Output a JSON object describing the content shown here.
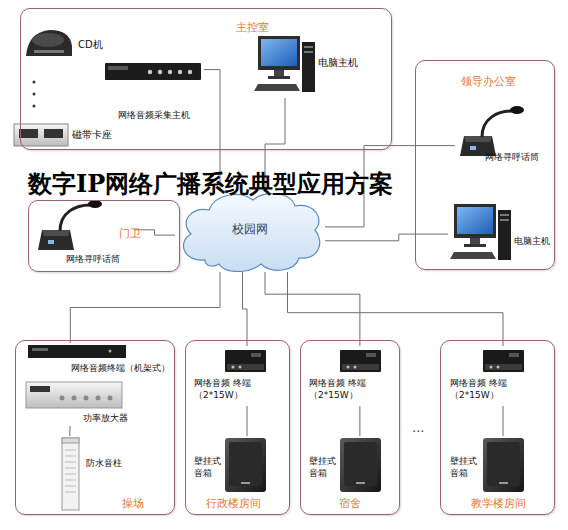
{
  "diagram": {
    "title": "数字IP网络广播系统典型应用方案",
    "nodes": [
      {
        "text": [
          "主控室"
        ]
      },
      {
        "text": [
          "CD机"
        ],
        "in": 0
      },
      {
        "text": [
          "网络音频采集主机"
        ],
        "in": 0
      },
      {
        "text": [
          "磁带卡座"
        ],
        "in": 0
      },
      {
        "text": [
          "电脑主机"
        ],
        "in": 0
      },
      {
        "text": [
          "领导办公室"
        ]
      },
      {
        "text": [
          "网络寻呼话筒"
        ],
        "in": 5
      },
      {
        "text": [
          "电脑主机"
        ],
        "in": 5
      },
      {
        "text": [
          "门卫"
        ]
      },
      {
        "text": [
          "网络寻呼话筒"
        ],
        "in": 8
      },
      {
        "text": [
          "校园网"
        ]
      },
      {
        "text": [
          "操场"
        ]
      },
      {
        "text": [
          "网络音频终端（机架式）"
        ],
        "in": 11
      },
      {
        "text": [
          "功率放大器"
        ],
        "in": 11
      },
      {
        "text": [
          "防水音柱"
        ],
        "in": 11
      },
      {
        "text": [
          "行政楼房间"
        ]
      },
      {
        "text": [
          "网络音频 终端（2*15W）"
        ],
        "in": 15
      },
      {
        "text": [
          "壁挂式 音箱"
        ],
        "in": 15
      },
      {
        "text": [
          "宿舍"
        ]
      },
      {
        "text": [
          "网络音频 终端（2*15W）"
        ],
        "in": 18
      },
      {
        "text": [
          "壁挂式 音箱"
        ],
        "in": 18
      },
      {
        "text": [
          "教学楼房间"
        ]
      },
      {
        "text": [
          "网络音频 终端（2*15W）"
        ],
        "in": 21
      },
      {
        "text": [
          "壁挂式 音箱"
        ],
        "in": 21
      }
    ],
    "edges": [
      {
        "from": 2,
        "to": 10,
        "arrow": "none"
      },
      {
        "from": 4,
        "to": 10,
        "arrow": "none"
      },
      {
        "from": 6,
        "to": 10,
        "arrow": "none"
      },
      {
        "from": 7,
        "to": 10,
        "arrow": "none"
      },
      {
        "from": 9,
        "to": 10,
        "arrow": "none"
      },
      {
        "from": 10,
        "to": 12,
        "arrow": "none"
      },
      {
        "from": 10,
        "to": 16,
        "arrow": "none"
      },
      {
        "from": 10,
        "to": 19,
        "arrow": "none"
      },
      {
        "from": 10,
        "to": 22,
        "arrow": "none"
      },
      {
        "from": 13,
        "to": 14,
        "arrow": "none"
      },
      {
        "from": 16,
        "to": 17,
        "arrow": "none"
      },
      {
        "from": 19,
        "to": 20,
        "arrow": "none"
      },
      {
        "from": 22,
        "to": 23,
        "arrow": "none"
      }
    ],
    "labels": [
      "..."
    ]
  }
}
